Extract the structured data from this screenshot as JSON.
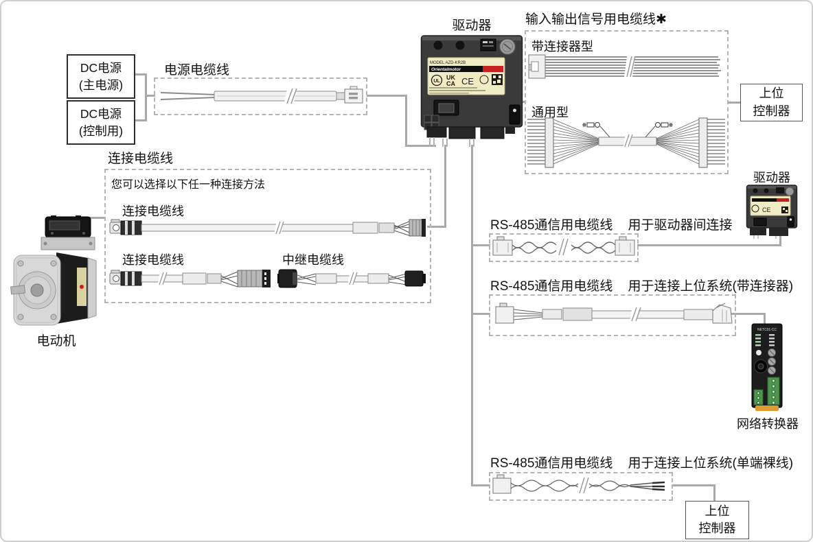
{
  "page": {
    "driver_label": "驱动器",
    "driver2_label": "驱动器",
    "motor_label": "电动机",
    "converter_label": "网络转换器"
  },
  "boxes": {
    "dc_main_l1": "DC电源",
    "dc_main_l2": "(主电源)",
    "dc_ctrl_l1": "DC电源",
    "dc_ctrl_l2": "(控制用)",
    "host_top_l1": "上位",
    "host_top_l2": "控制器",
    "host_bottom_l1": "上位",
    "host_bottom_l2": "控制器"
  },
  "power_cable": {
    "title": "电源电缆线"
  },
  "io_cable": {
    "title": "输入输出信号用电缆线✱",
    "with_connector": "带连接器型",
    "general": "通用型"
  },
  "connection_cable": {
    "title": "连接电缆线",
    "note": "您可以选择以下任一种连接方法",
    "cable1": "连接电缆线",
    "cable2": "连接电缆线",
    "relay": "中继电缆线"
  },
  "rs485": {
    "cable_name": "RS-485通信用电缆线",
    "use_driver_link": "用于驱动器间连接",
    "use_host_connector": "用于连接上位系统(带连接器)",
    "use_host_bare": "用于连接上位系统(单端裸线)"
  },
  "driver_plate": {
    "model": "MODEL AZD-KR2B",
    "brand": "Orientalmotor",
    "ukca_l1": "UK",
    "ukca_l2": "CA",
    "ce": "CE"
  },
  "converter_model": "NETC01-CC",
  "colors": {
    "wire": "#a8a8a8",
    "accent_red": "#c8201e",
    "label_yellow": "#f1ecc3",
    "device_dark": "#3a3a3a",
    "terminal_green": "#4e964e",
    "rail_orange": "#df9c33"
  }
}
